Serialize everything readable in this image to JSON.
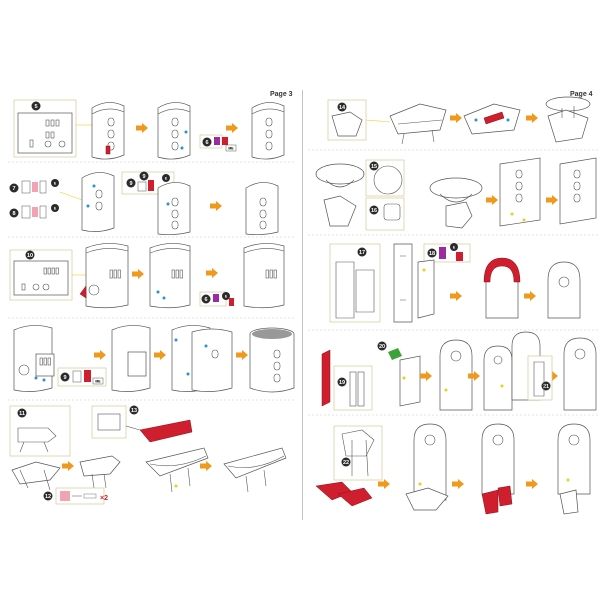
{
  "pages": [
    {
      "label": "Page 3"
    },
    {
      "label": "Page 4"
    }
  ],
  "steps": {
    "s5": "5",
    "s6a": "6",
    "s6b": "6",
    "s7": "7",
    "s8": "8",
    "s9a": "9",
    "s9b": "9",
    "s10": "10",
    "s11": "11",
    "s12": "12",
    "s13": "13",
    "s14": "14",
    "s15": "15",
    "s16": "16",
    "s17": "17",
    "s18": "18",
    "s19": "19",
    "s20": "20",
    "s21": "21",
    "s22": "22"
  },
  "badges": {
    "e": "E",
    "me": "ME"
  },
  "multiplier": "×2",
  "colors": {
    "accent_red": "#cf1f2e",
    "arrow_orange": "#ef9a1c",
    "marker_blue": "#2a8ee0",
    "marker_yellow": "#e8d11c",
    "step_badge": "#2b2b2b",
    "piece_pink": "#f2a3b3",
    "piece_magenta": "#9b2aa3",
    "piece_green": "#3aa33a"
  }
}
